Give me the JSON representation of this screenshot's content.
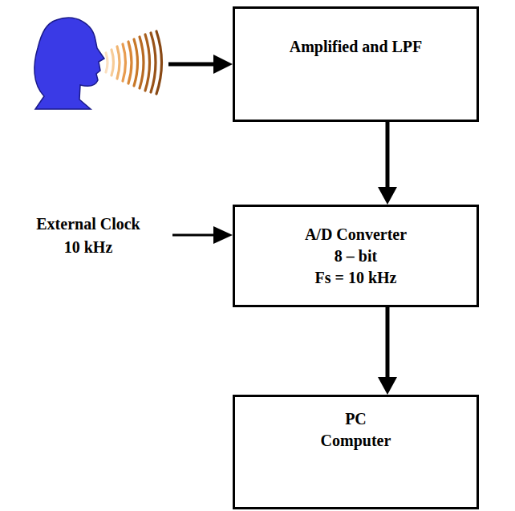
{
  "diagram": {
    "nodes": [
      {
        "text": [
          "Amplified and LPF"
        ]
      },
      {
        "text": [
          "A/D Converter",
          "8 – bit",
          "Fs = 10 kHz"
        ]
      },
      {
        "text": [
          "PC Computer"
        ]
      }
    ],
    "edges": [
      {
        "from": 0,
        "to": 1,
        "arrow": "to"
      },
      {
        "from": 1,
        "to": 2,
        "arrow": "to"
      }
    ],
    "labels": [
      "External Clock",
      "10 kHz"
    ]
  }
}
